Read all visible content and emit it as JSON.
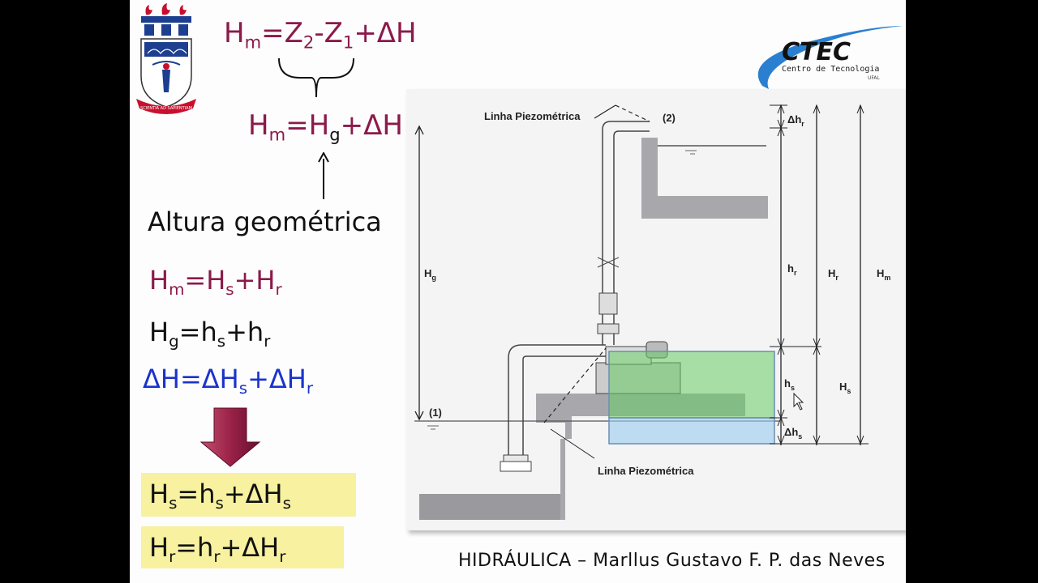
{
  "slide": {
    "equations": {
      "top": {
        "a": "H",
        "a_sub": "m",
        "b": "=Z",
        "b_sub": "2",
        "c": "-Z",
        "c_sub": "1",
        "d": "+ΔH"
      },
      "mid": {
        "a": "H",
        "a_sub": "m",
        "b": "=H",
        "b_sub": "g",
        "c": "+ΔH"
      },
      "altura_label": "Altura geométrica",
      "eq1": {
        "a": "H",
        "a_sub": "m",
        "b": "=H",
        "b_sub": "s",
        "c": "+H",
        "c_sub": "r"
      },
      "eq2": {
        "a": "H",
        "a_sub": "g",
        "b": "=h",
        "b_sub": "s",
        "c": "+h",
        "c_sub": "r"
      },
      "eq3": {
        "a": "ΔH=ΔH",
        "a_sub": "s",
        "b": "+ΔH",
        "b_sub": "r"
      },
      "box1": {
        "a": "H",
        "a_sub": "s",
        "b": "=h",
        "b_sub": "s",
        "c": "+ΔH",
        "c_sub": "s"
      },
      "box2": {
        "a": "H",
        "a_sub": "r",
        "b": "=h",
        "b_sub": "r",
        "c": "+ΔH",
        "c_sub": "r"
      }
    },
    "footer": "HIDRÁULICA – Marllus Gustavo F. P. das Neves",
    "logo_ctec": {
      "title": "CTEC",
      "subtitle": "Centro de Tecnologia",
      "org": "UFAL"
    },
    "crest_motto": "SCIENTIA AD SAPIENTIAM",
    "colors": {
      "maroon": "#8b1a4a",
      "blue": "#1a33cc",
      "highlight": "#f7f1a0",
      "green_overlay": "#66cc66",
      "blue_overlay": "#99ccee"
    }
  },
  "figure": {
    "linha_top": "Linha Piezométrica",
    "linha_bottom": "Linha Piezométrica",
    "point2": "(2)",
    "point1": "(1)",
    "hg": "H",
    "hg_sub": "g",
    "dhr": "Δh",
    "dhr_sub": "r",
    "hr": "h",
    "hr_sub": "r",
    "Hr": "H",
    "Hr_sub": "r",
    "Hm": "H",
    "Hm_sub": "m",
    "hs": "h",
    "hs_sub": "s",
    "Hs": "H",
    "Hs_sub": "s",
    "dhs": "Δh",
    "dhs_sub": "s"
  }
}
